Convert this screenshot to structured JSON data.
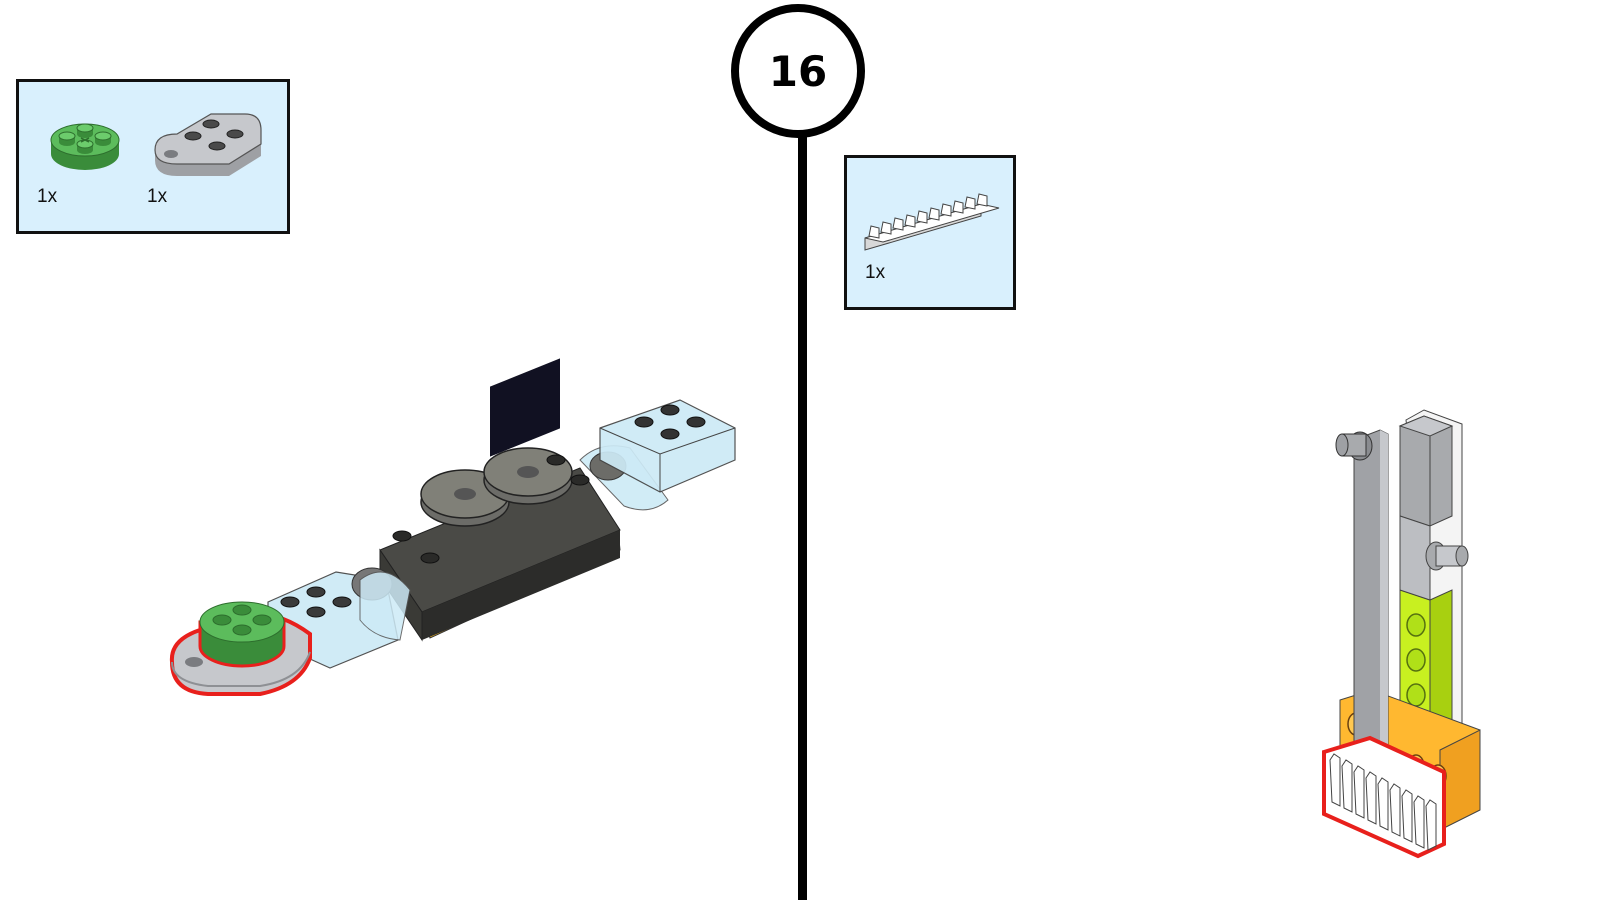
{
  "step": {
    "number": "16"
  },
  "left_parts_box": {
    "items": [
      {
        "icon": "green-round-plate-icon",
        "color": "#4aa84a",
        "quantity": "1x"
      },
      {
        "icon": "gray-plate-with-hole-icon",
        "color": "#c6c8cc",
        "quantity": "1x"
      }
    ]
  },
  "right_parts_box": {
    "items": [
      {
        "icon": "white-gear-rack-icon",
        "color": "#f4f4f4",
        "quantity": "1x"
      }
    ]
  },
  "colors": {
    "highlight": "#e8201c",
    "panel": "#d9f0fd",
    "dark_gray": "#5c5c57",
    "yellow": "#f5b820",
    "lime": "#c8f020",
    "orange": "#ffb830",
    "trans_clear": "#cdeaf6"
  }
}
